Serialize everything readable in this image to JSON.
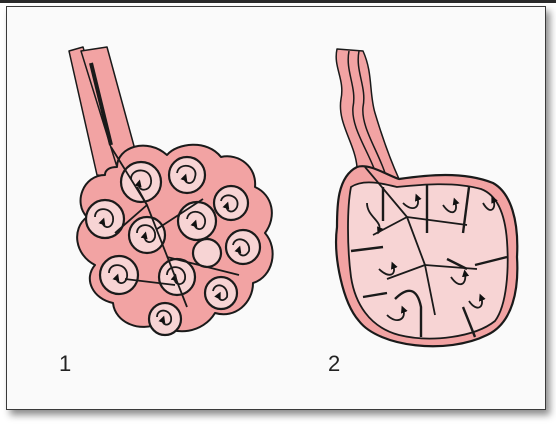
{
  "figure": {
    "labels": [
      "1",
      "2"
    ]
  },
  "colors": {
    "tissue": "#f2a3a3",
    "lumen": "#f7d4d4",
    "outline": "#1a1a1a",
    "background": "#fafafa"
  },
  "icons": {
    "diagram_1": "alveolar-cluster",
    "diagram_2": "alveolar-sac"
  }
}
